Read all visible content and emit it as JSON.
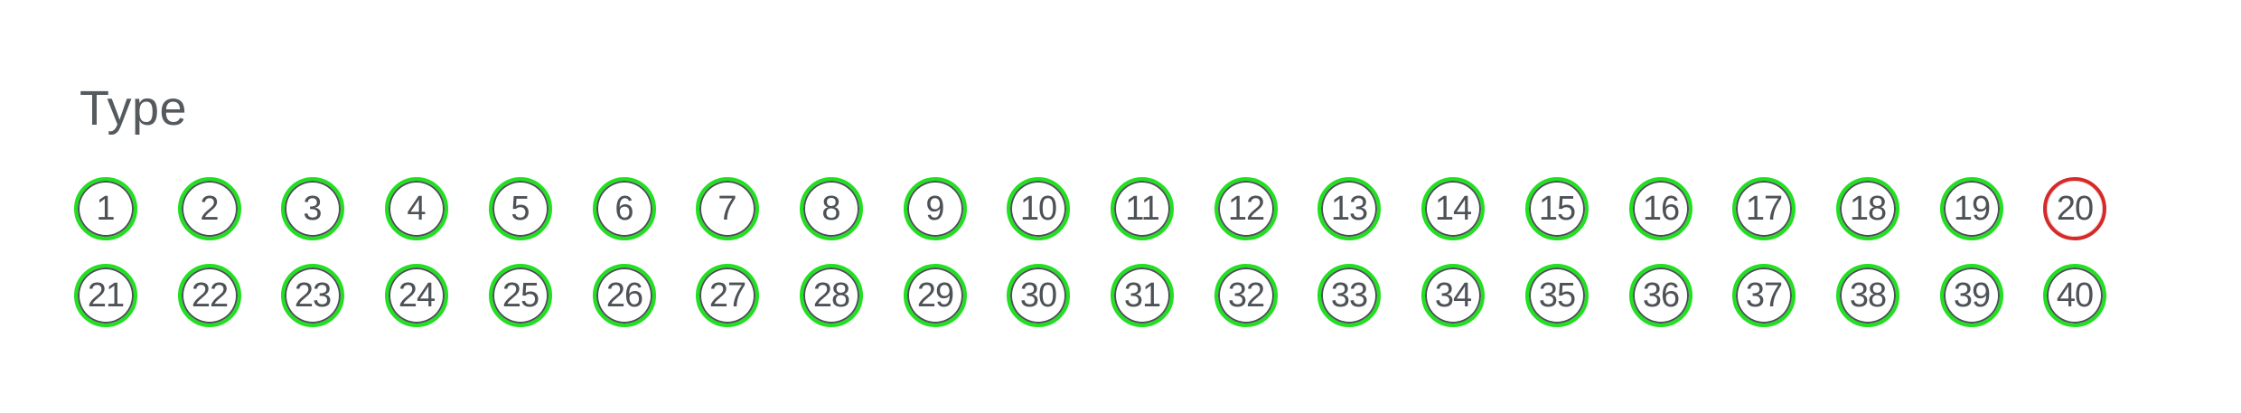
{
  "section": {
    "title": "Type"
  },
  "colors": {
    "ring": "#20e020",
    "marked_ring": "#d42a2a",
    "text": "#4d5257"
  },
  "rows": [
    {
      "items": [
        {
          "label": "1",
          "status": "ok"
        },
        {
          "label": "2",
          "status": "ok"
        },
        {
          "label": "3",
          "status": "ok"
        },
        {
          "label": "4",
          "status": "ok"
        },
        {
          "label": "5",
          "status": "ok"
        },
        {
          "label": "6",
          "status": "ok"
        },
        {
          "label": "7",
          "status": "ok"
        },
        {
          "label": "8",
          "status": "ok"
        },
        {
          "label": "9",
          "status": "ok"
        },
        {
          "label": "10",
          "status": "ok"
        },
        {
          "label": "11",
          "status": "ok"
        },
        {
          "label": "12",
          "status": "ok"
        },
        {
          "label": "13",
          "status": "ok"
        },
        {
          "label": "14",
          "status": "ok"
        },
        {
          "label": "15",
          "status": "ok"
        },
        {
          "label": "16",
          "status": "ok"
        },
        {
          "label": "17",
          "status": "ok"
        },
        {
          "label": "18",
          "status": "ok"
        },
        {
          "label": "19",
          "status": "ok"
        },
        {
          "label": "20",
          "status": "marked"
        }
      ]
    },
    {
      "items": [
        {
          "label": "21",
          "status": "ok"
        },
        {
          "label": "22",
          "status": "ok"
        },
        {
          "label": "23",
          "status": "ok"
        },
        {
          "label": "24",
          "status": "ok"
        },
        {
          "label": "25",
          "status": "ok"
        },
        {
          "label": "26",
          "status": "ok"
        },
        {
          "label": "27",
          "status": "ok"
        },
        {
          "label": "28",
          "status": "ok"
        },
        {
          "label": "29",
          "status": "ok"
        },
        {
          "label": "30",
          "status": "ok"
        },
        {
          "label": "31",
          "status": "ok"
        },
        {
          "label": "32",
          "status": "ok"
        },
        {
          "label": "33",
          "status": "ok"
        },
        {
          "label": "34",
          "status": "ok"
        },
        {
          "label": "35",
          "status": "ok"
        },
        {
          "label": "36",
          "status": "ok"
        },
        {
          "label": "37",
          "status": "ok"
        },
        {
          "label": "38",
          "status": "ok"
        },
        {
          "label": "39",
          "status": "ok"
        },
        {
          "label": "40",
          "status": "ok"
        }
      ]
    }
  ]
}
